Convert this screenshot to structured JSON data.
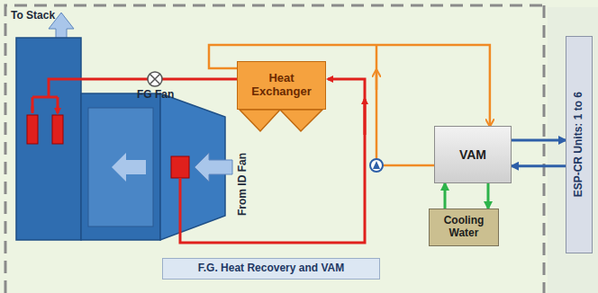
{
  "diagram": {
    "nodes": [
      {
        "text": [
          "Heat Exchanger"
        ]
      },
      {
        "text": [
          "VAM"
        ]
      },
      {
        "text": [
          "Cooling Water"
        ]
      },
      {
        "text": [
          "ESP-CR Units: 1 to 6"
        ]
      },
      {
        "text": [
          "F.G. Heat Recovery and VAM"
        ]
      }
    ],
    "edges": [
      {
        "from": 0,
        "to": 1,
        "arrow": "to"
      },
      {
        "from": 1,
        "to": 3,
        "arrow": "to"
      },
      {
        "from": 3,
        "to": 1,
        "arrow": "to"
      },
      {
        "from": 2,
        "to": 1,
        "arrow": "to"
      },
      {
        "from": 1,
        "to": 2,
        "arrow": "to"
      }
    ],
    "labels": [
      "To Stack",
      "FG Fan",
      "From ID Fan"
    ]
  }
}
